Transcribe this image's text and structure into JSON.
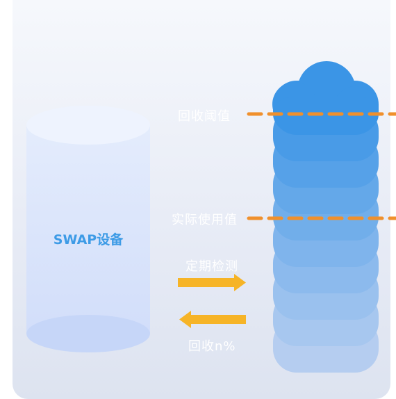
{
  "swap_device": {
    "label": "SWAP设备"
  },
  "thresholds": {
    "reclaim_threshold": "回收阈值",
    "actual_usage": "实际使用值"
  },
  "arrows": {
    "periodic_check": "定期检测",
    "reclaim_n": "回收n%"
  },
  "colors": {
    "swap_cylinder": "#dbe6ff",
    "memory_stack_top": "#3b95e6",
    "memory_stack_bottom": "#b5cdf0",
    "dashed_line": "#f0902c",
    "arrow": "#f6b427"
  }
}
